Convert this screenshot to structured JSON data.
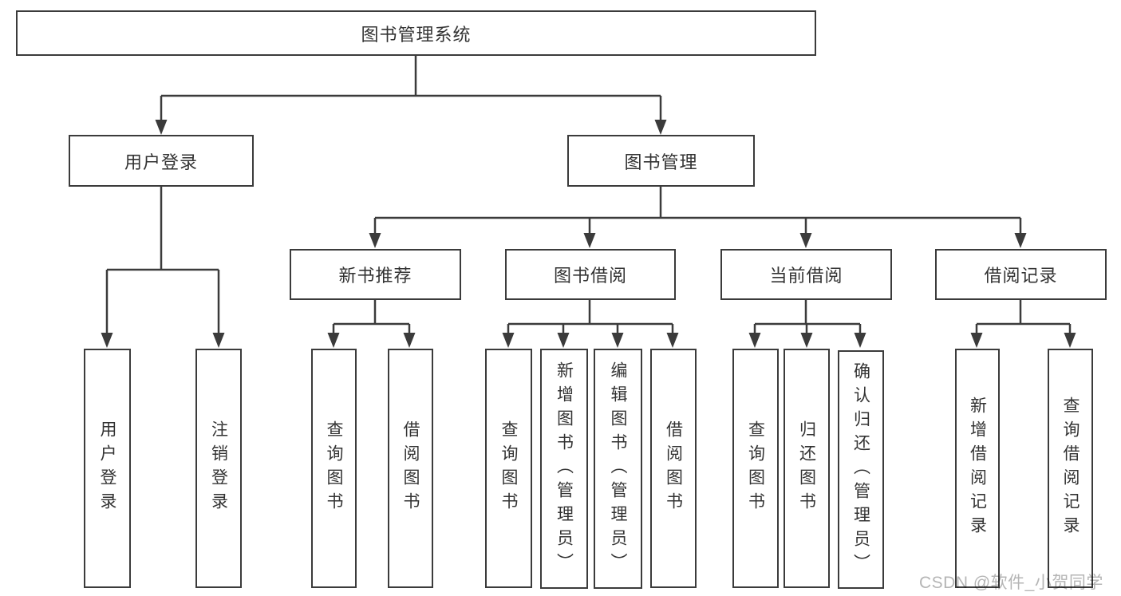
{
  "diagram": {
    "root": {
      "label": "图书管理系统"
    },
    "level2": [
      {
        "label": "用户登录"
      },
      {
        "label": "图书管理"
      }
    ],
    "level3": [
      {
        "label": "新书推荐"
      },
      {
        "label": "图书借阅"
      },
      {
        "label": "当前借阅"
      },
      {
        "label": "借阅记录"
      }
    ],
    "leaves": {
      "login": [
        {
          "label": "用户登录"
        },
        {
          "label": "注销登录"
        }
      ],
      "recommend": [
        {
          "label": "查询图书"
        },
        {
          "label": "借阅图书"
        }
      ],
      "borrow": [
        {
          "label": "查询图书"
        },
        {
          "label": "新增图书（管理员）"
        },
        {
          "label": "编辑图书（管理员）"
        },
        {
          "label": "借阅图书"
        }
      ],
      "current": [
        {
          "label": "查询图书"
        },
        {
          "label": "归还图书"
        },
        {
          "label": "确认归还（管理员）"
        }
      ],
      "records": [
        {
          "label": "新增借阅记录"
        },
        {
          "label": "查询借阅记录"
        }
      ]
    }
  },
  "watermark": "CSDN @软件_小贺同学",
  "colors": {
    "line": "#3b3b3b",
    "box_border": "#3b3b3b",
    "text": "#333333",
    "watermark": "#b5b5b5",
    "background": "#ffffff"
  }
}
